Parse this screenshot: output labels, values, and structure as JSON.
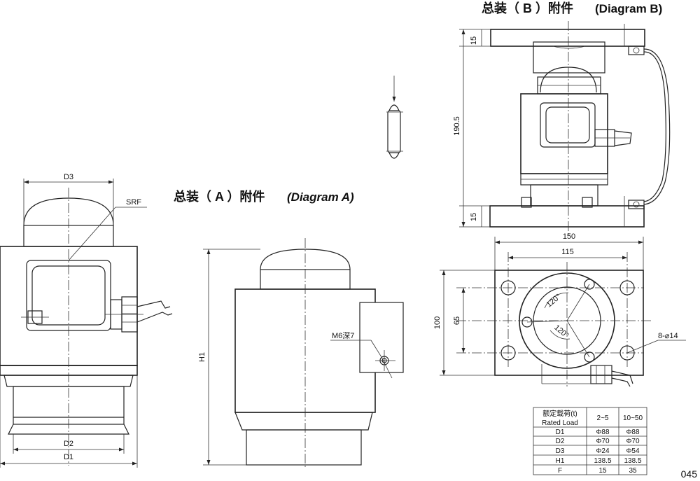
{
  "titles": {
    "a_cn": "总装（ A ）附件",
    "a_en": "(Diagram A)",
    "b_cn": "总装（ B ）附件",
    "b_en": "(Diagram B)"
  },
  "labels": {
    "d3": "D3",
    "srf": "SRF",
    "d2": "D2",
    "d1": "D1",
    "h1": "H1",
    "m6": "M6深7",
    "dim_15_top": "15",
    "dim_190_5": "190.5",
    "dim_15_bottom": "15",
    "dim_150": "150",
    "dim_115": "115",
    "dim_100": "100",
    "dim_65": "65",
    "angle_a": "120°",
    "angle_b": "120°",
    "holes": "8-⌀14"
  },
  "table": {
    "header_cn": "额定载荷(t)",
    "header_en": "Rated Load",
    "col1": "2~5",
    "col2": "10~50",
    "rows": [
      {
        "name": "D1",
        "v1": "Φ88",
        "v2": "Φ88"
      },
      {
        "name": "D2",
        "v1": "Φ70",
        "v2": "Φ70"
      },
      {
        "name": "D3",
        "v1": "Φ24",
        "v2": "Φ54"
      },
      {
        "name": "H1",
        "v1": "138.5",
        "v2": "138.5"
      },
      {
        "name": "F",
        "v1": "15",
        "v2": "35"
      }
    ]
  },
  "page_number": "045"
}
